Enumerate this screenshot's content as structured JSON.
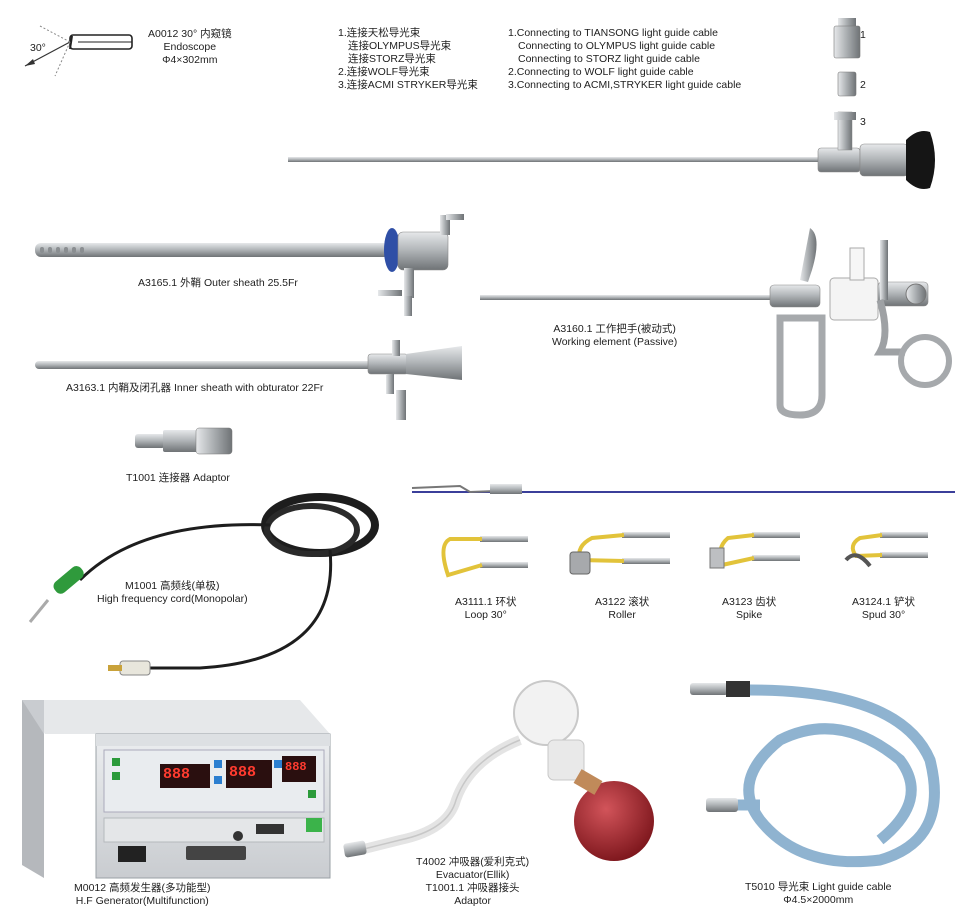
{
  "endoscope": {
    "angle": "30°",
    "code_line": "A0012  30° 内窥镜",
    "name": "Endoscope",
    "size": "Φ4×302mm",
    "connections_cn": [
      "1.连接天松导光束",
      "连接OLYMPUS导光束",
      "连接STORZ导光束",
      "2.连接WOLF导光束",
      "3.连接ACMI STRYKER导光束"
    ],
    "connections_en": [
      "1.Connecting to TIANSONG light guide cable",
      "Connecting to OLYMPUS light guide cable",
      "Connecting to STORZ light guide cable",
      "2.Connecting to WOLF light guide cable",
      "3.Connecting to ACMI,STRYKER light guide cable"
    ],
    "adapter_numbers": [
      "1",
      "2",
      "3"
    ]
  },
  "outer_sheath": {
    "label": "A3165.1 外鞘 Outer sheath 25.5Fr"
  },
  "working_element": {
    "line1": "A3160.1 工作把手(被动式)",
    "line2": "Working element (Passive)"
  },
  "inner_sheath": {
    "label": "A3163.1 内鞘及闭孔器 Inner sheath with obturator 22Fr"
  },
  "adaptor": {
    "label": "T1001 连接器 Adaptor"
  },
  "cord": {
    "line1": "M1001 高频线(单极)",
    "line2": "High frequency cord(Monopolar)"
  },
  "electrodes": [
    {
      "line1": "A3111.1 环状",
      "line2": "Loop 30°"
    },
    {
      "line1": "A3122 滚状",
      "line2": "Roller"
    },
    {
      "line1": "A3123 齿状",
      "line2": "Spike"
    },
    {
      "line1": "A3124.1 铲状",
      "line2": "Spud 30°"
    }
  ],
  "generator": {
    "line1": "M0012 高频发生器(多功能型)",
    "line2": "H.F Generator(Multifunction)",
    "displays": [
      "888",
      "888",
      "888"
    ]
  },
  "evacuator": {
    "line1": "T4002 冲吸器(爱利克式)",
    "line2": "Evacuator(Ellik)",
    "line3": "T1001.1 冲吸器接头",
    "line4": "Adaptor"
  },
  "light_cable": {
    "line1": "T5010 导光束 Light guide cable",
    "line2": "Φ4.5×2000mm"
  },
  "colors": {
    "steel": "#b9bcbf",
    "steel_dark": "#6d7073",
    "blue_seal": "#2f4fa6",
    "cable_blue": "#8fb3d0",
    "green_plug": "#2f9a3c",
    "yellow_wire": "#e2c33a",
    "bulb_red": "#a4222a"
  }
}
